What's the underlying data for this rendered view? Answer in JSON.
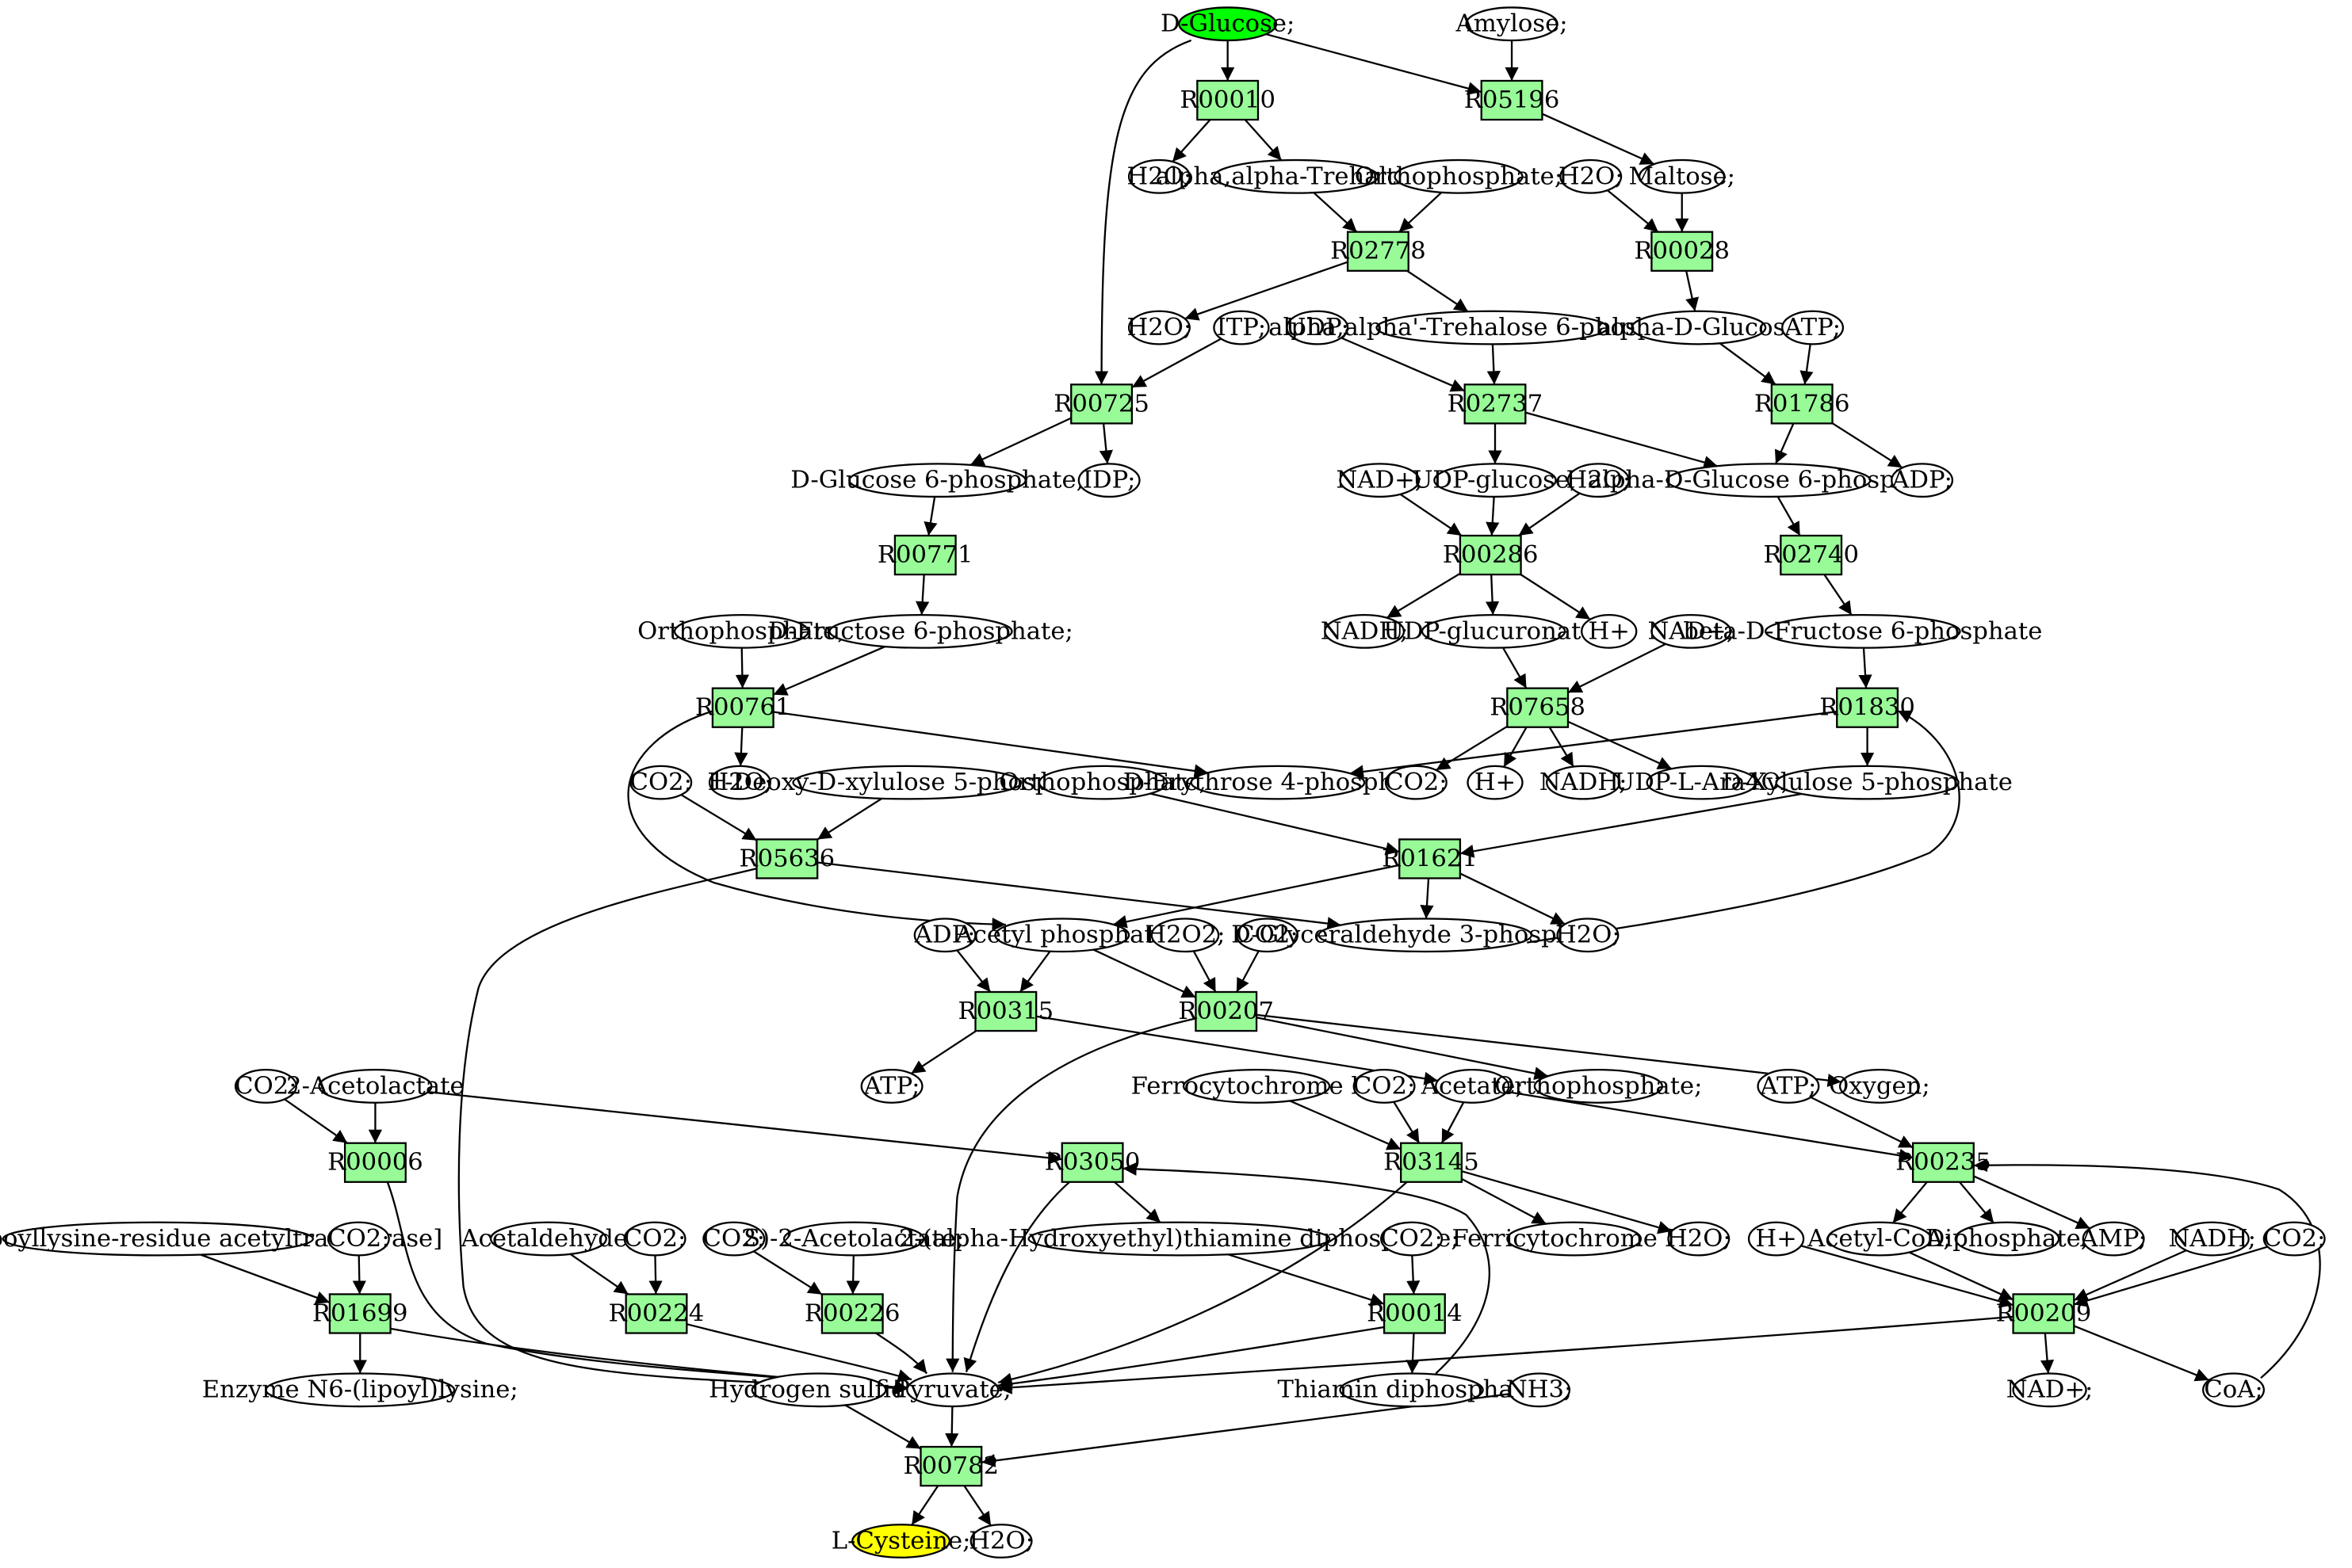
{
  "diagram": {
    "colors": {
      "reaction": "#98fb98",
      "compound": "#ffffff",
      "source": "#00ff00",
      "target": "#ffff00",
      "edge": "#000000"
    },
    "nodes": [
      {
        "id": "dglucose",
        "type": "compound",
        "role": "source",
        "label": "D-Glucose;"
      },
      {
        "id": "amylose",
        "type": "compound",
        "label": "Amylose;"
      },
      {
        "id": "R00010",
        "type": "reaction",
        "label": "R00010"
      },
      {
        "id": "R05196",
        "type": "reaction",
        "label": "R05196"
      },
      {
        "id": "h2o_1",
        "type": "compound",
        "label": "H2O;"
      },
      {
        "id": "trehalose",
        "type": "compound",
        "label": "alpha,alpha-Trehalose;"
      },
      {
        "id": "pi_1",
        "type": "compound",
        "label": "Orthophosphate;"
      },
      {
        "id": "h2o_2",
        "type": "compound",
        "label": "H2O;"
      },
      {
        "id": "maltose",
        "type": "compound",
        "label": "Maltose;"
      },
      {
        "id": "R02778",
        "type": "reaction",
        "label": "R02778"
      },
      {
        "id": "R00028",
        "type": "reaction",
        "label": "R00028"
      },
      {
        "id": "h2o_3",
        "type": "compound",
        "label": "H2O;"
      },
      {
        "id": "itp",
        "type": "compound",
        "label": "ITP;"
      },
      {
        "id": "udp",
        "type": "compound",
        "label": "UDP;"
      },
      {
        "id": "tre6p",
        "type": "compound",
        "label": "alpha,alpha'-Trehalose 6-phosphate;"
      },
      {
        "id": "adglc",
        "type": "compound",
        "label": "alpha-D-Glucose"
      },
      {
        "id": "atp_1",
        "type": "compound",
        "label": "ATP;"
      },
      {
        "id": "R00725",
        "type": "reaction",
        "label": "R00725"
      },
      {
        "id": "R02737",
        "type": "reaction",
        "label": "R02737"
      },
      {
        "id": "R01786",
        "type": "reaction",
        "label": "R01786"
      },
      {
        "id": "g6p",
        "type": "compound",
        "label": "D-Glucose 6-phosphate;"
      },
      {
        "id": "idp",
        "type": "compound",
        "label": "IDP;"
      },
      {
        "id": "nad_1",
        "type": "compound",
        "label": "NAD+;"
      },
      {
        "id": "udpglc",
        "type": "compound",
        "label": "UDP-glucose;"
      },
      {
        "id": "h2o_4",
        "type": "compound",
        "label": "H2O;"
      },
      {
        "id": "ag6p",
        "type": "compound",
        "label": "alpha-D-Glucose 6-phosphate"
      },
      {
        "id": "adp_1",
        "type": "compound",
        "label": "ADP;"
      },
      {
        "id": "R00771",
        "type": "reaction",
        "label": "R00771"
      },
      {
        "id": "R00286",
        "type": "reaction",
        "label": "R00286"
      },
      {
        "id": "R02740",
        "type": "reaction",
        "label": "R02740"
      },
      {
        "id": "pi_2",
        "type": "compound",
        "label": "Orthophosphate;"
      },
      {
        "id": "f6p",
        "type": "compound",
        "label": "D-Fructose 6-phosphate;"
      },
      {
        "id": "nadh_1",
        "type": "compound",
        "label": "NADH;"
      },
      {
        "id": "udpglca",
        "type": "compound",
        "label": "UDP-glucuronate;"
      },
      {
        "id": "hplus_1",
        "type": "compound",
        "label": "H+"
      },
      {
        "id": "nad_2",
        "type": "compound",
        "label": "NAD+;"
      },
      {
        "id": "bf6p",
        "type": "compound",
        "label": "beta-D-Fructose 6-phosphate"
      },
      {
        "id": "R00761",
        "type": "reaction",
        "label": "R00761"
      },
      {
        "id": "R07658",
        "type": "reaction",
        "label": "R07658"
      },
      {
        "id": "R01830",
        "type": "reaction",
        "label": "R01830"
      },
      {
        "id": "co2_1",
        "type": "compound",
        "label": "CO2;"
      },
      {
        "id": "h2o_5",
        "type": "compound",
        "label": "H2O;"
      },
      {
        "id": "dxp",
        "type": "compound",
        "label": "1-Deoxy-D-xylulose 5-phosphate"
      },
      {
        "id": "pi_3",
        "type": "compound",
        "label": "Orthophosphate;"
      },
      {
        "id": "e4p",
        "type": "compound",
        "label": "D-Erythrose 4-phosphate"
      },
      {
        "id": "co2_2",
        "type": "compound",
        "label": "CO2;"
      },
      {
        "id": "hplus_2",
        "type": "compound",
        "label": "H+"
      },
      {
        "id": "nadh_2",
        "type": "compound",
        "label": "NADH;"
      },
      {
        "id": "udpara",
        "type": "compound",
        "label": "UDP-L-Ara4O;"
      },
      {
        "id": "xu5p",
        "type": "compound",
        "label": "D-Xylulose 5-phosphate"
      },
      {
        "id": "R05636",
        "type": "reaction",
        "label": "R05636"
      },
      {
        "id": "R01621",
        "type": "reaction",
        "label": "R01621"
      },
      {
        "id": "adp_2",
        "type": "compound",
        "label": "ADP;"
      },
      {
        "id": "acp",
        "type": "compound",
        "label": "Acetyl phosphate"
      },
      {
        "id": "h2o2",
        "type": "compound",
        "label": "H2O2;"
      },
      {
        "id": "co2_3",
        "type": "compound",
        "label": "CO2;"
      },
      {
        "id": "gap",
        "type": "compound",
        "label": "D-Glyceraldehyde 3-phosphate;"
      },
      {
        "id": "h2o_6",
        "type": "compound",
        "label": "H2O;"
      },
      {
        "id": "R00315",
        "type": "reaction",
        "label": "R00315"
      },
      {
        "id": "R00207",
        "type": "reaction",
        "label": "R00207"
      },
      {
        "id": "co2_4",
        "type": "compound",
        "label": "CO2;"
      },
      {
        "id": "acetolactate",
        "type": "compound",
        "label": "2-Acetolactate"
      },
      {
        "id": "atp_2",
        "type": "compound",
        "label": "ATP;"
      },
      {
        "id": "fcb1",
        "type": "compound",
        "label": "Ferrocytochrome b1"
      },
      {
        "id": "co2_5",
        "type": "compound",
        "label": "CO2;"
      },
      {
        "id": "acetate",
        "type": "compound",
        "label": "Acetate;"
      },
      {
        "id": "pi_4",
        "type": "compound",
        "label": "Orthophosphate;"
      },
      {
        "id": "atp_3",
        "type": "compound",
        "label": "ATP;"
      },
      {
        "id": "oxygen",
        "type": "compound",
        "label": "Oxygen;"
      },
      {
        "id": "R00006",
        "type": "reaction",
        "label": "R00006"
      },
      {
        "id": "R03050",
        "type": "reaction",
        "label": "R03050"
      },
      {
        "id": "R03145",
        "type": "reaction",
        "label": "R03145"
      },
      {
        "id": "R00235",
        "type": "reaction",
        "label": "R00235"
      },
      {
        "id": "dlat",
        "type": "compound",
        "label": "Dihydrolipoyllysine-residue acetyltransferase]"
      },
      {
        "id": "co2_6",
        "type": "compound",
        "label": "CO2;"
      },
      {
        "id": "acald",
        "type": "compound",
        "label": "Acetaldehyde;"
      },
      {
        "id": "co2_7",
        "type": "compound",
        "label": "CO2;"
      },
      {
        "id": "co2_8",
        "type": "compound",
        "label": "CO2;"
      },
      {
        "id": "sacetolactate",
        "type": "compound",
        "label": "S)-2-Acetolactate;"
      },
      {
        "id": "hethdp",
        "type": "compound",
        "label": "2-(alpha-Hydroxyethyl)thiamine diphosphate;"
      },
      {
        "id": "co2_9",
        "type": "compound",
        "label": "CO2;"
      },
      {
        "id": "fercb1",
        "type": "compound",
        "label": "Ferricytochrome b1"
      },
      {
        "id": "h2o_7",
        "type": "compound",
        "label": "H2O;"
      },
      {
        "id": "hplus_3",
        "type": "compound",
        "label": "H+"
      },
      {
        "id": "accoa",
        "type": "compound",
        "label": "Acetyl-CoA;"
      },
      {
        "id": "ppi",
        "type": "compound",
        "label": "Diphosphate;"
      },
      {
        "id": "amp",
        "type": "compound",
        "label": "AMP;"
      },
      {
        "id": "nadh_3",
        "type": "compound",
        "label": "NADH;"
      },
      {
        "id": "co2_10",
        "type": "compound",
        "label": "CO2;"
      },
      {
        "id": "R01699",
        "type": "reaction",
        "label": "R01699"
      },
      {
        "id": "R00224",
        "type": "reaction",
        "label": "R00224"
      },
      {
        "id": "R00226",
        "type": "reaction",
        "label": "R00226"
      },
      {
        "id": "R00014",
        "type": "reaction",
        "label": "R00014"
      },
      {
        "id": "R00209",
        "type": "reaction",
        "label": "R00209"
      },
      {
        "id": "lipoyl",
        "type": "compound",
        "label": "Enzyme N6-(lipoyl)lysine;"
      },
      {
        "id": "hs",
        "type": "compound",
        "label": "Hydrogen sulfide;"
      },
      {
        "id": "pyruvate",
        "type": "compound",
        "label": "Pyruvate;"
      },
      {
        "id": "thdp",
        "type": "compound",
        "label": "Thiamin diphosphate;"
      },
      {
        "id": "nh3",
        "type": "compound",
        "label": "NH3;"
      },
      {
        "id": "nad_3",
        "type": "compound",
        "label": "NAD+;"
      },
      {
        "id": "coa",
        "type": "compound",
        "label": "CoA;"
      },
      {
        "id": "R00782",
        "type": "reaction",
        "label": "R00782"
      },
      {
        "id": "lcys",
        "type": "compound",
        "role": "target",
        "label": "L-Cysteine;"
      },
      {
        "id": "h2o_8",
        "type": "compound",
        "label": "H2O;"
      }
    ],
    "edges": [
      [
        "dglucose",
        "R00010"
      ],
      [
        "dglucose",
        "R05196"
      ],
      [
        "dglucose",
        "R00725"
      ],
      [
        "amylose",
        "R05196"
      ],
      [
        "R00010",
        "h2o_1"
      ],
      [
        "R00010",
        "trehalose"
      ],
      [
        "R05196",
        "maltose"
      ],
      [
        "trehalose",
        "R02778"
      ],
      [
        "pi_1",
        "R02778"
      ],
      [
        "h2o_2",
        "R00028"
      ],
      [
        "maltose",
        "R00028"
      ],
      [
        "R02778",
        "h2o_3"
      ],
      [
        "R02778",
        "tre6p"
      ],
      [
        "R00028",
        "adglc"
      ],
      [
        "itp",
        "R00725"
      ],
      [
        "udp",
        "R02737"
      ],
      [
        "tre6p",
        "R02737"
      ],
      [
        "adglc",
        "R01786"
      ],
      [
        "atp_1",
        "R01786"
      ],
      [
        "R00725",
        "g6p"
      ],
      [
        "R00725",
        "idp"
      ],
      [
        "R02737",
        "udpglc"
      ],
      [
        "R02737",
        "ag6p"
      ],
      [
        "R01786",
        "ag6p"
      ],
      [
        "R01786",
        "adp_1"
      ],
      [
        "g6p",
        "R00771"
      ],
      [
        "nad_1",
        "R00286"
      ],
      [
        "udpglc",
        "R00286"
      ],
      [
        "h2o_4",
        "R00286"
      ],
      [
        "ag6p",
        "R02740"
      ],
      [
        "R00771",
        "f6p"
      ],
      [
        "R00286",
        "nadh_1"
      ],
      [
        "R00286",
        "udpglca"
      ],
      [
        "R00286",
        "hplus_1"
      ],
      [
        "R02740",
        "bf6p"
      ],
      [
        "pi_2",
        "R00761"
      ],
      [
        "f6p",
        "R00761"
      ],
      [
        "udpglca",
        "R07658"
      ],
      [
        "nad_2",
        "R07658"
      ],
      [
        "bf6p",
        "R01830"
      ],
      [
        "R00761",
        "h2o_5"
      ],
      [
        "R00761",
        "e4p"
      ],
      [
        "R00761",
        "acp"
      ],
      [
        "R07658",
        "co2_2"
      ],
      [
        "R07658",
        "hplus_2"
      ],
      [
        "R07658",
        "nadh_2"
      ],
      [
        "R07658",
        "udpara"
      ],
      [
        "R01830",
        "e4p"
      ],
      [
        "R01830",
        "xu5p"
      ],
      [
        "co2_1",
        "R05636"
      ],
      [
        "dxp",
        "R05636"
      ],
      [
        "pi_3",
        "R01621"
      ],
      [
        "xu5p",
        "R01621"
      ],
      [
        "R05636",
        "gap"
      ],
      [
        "R05636",
        "pyruvate"
      ],
      [
        "R01621",
        "acp"
      ],
      [
        "R01621",
        "gap"
      ],
      [
        "R01621",
        "h2o_6"
      ],
      [
        "gap",
        "R01830"
      ],
      [
        "adp_2",
        "R00315"
      ],
      [
        "acp",
        "R00315"
      ],
      [
        "acp",
        "R00207"
      ],
      [
        "h2o2",
        "R00207"
      ],
      [
        "co2_3",
        "R00207"
      ],
      [
        "R00315",
        "atp_2"
      ],
      [
        "R00315",
        "acetate"
      ],
      [
        "R00207",
        "pi_4"
      ],
      [
        "R00207",
        "oxygen"
      ],
      [
        "R00207",
        "pyruvate"
      ],
      [
        "co2_4",
        "R00006"
      ],
      [
        "acetolactate",
        "R00006"
      ],
      [
        "acetolactate",
        "R03050"
      ],
      [
        "fcb1",
        "R03145"
      ],
      [
        "co2_5",
        "R03145"
      ],
      [
        "acetate",
        "R03145"
      ],
      [
        "acetate",
        "R00235"
      ],
      [
        "atp_3",
        "R00235"
      ],
      [
        "R00006",
        "pyruvate"
      ],
      [
        "R03050",
        "hethdp"
      ],
      [
        "R03050",
        "pyruvate"
      ],
      [
        "R03145",
        "fercb1"
      ],
      [
        "R03145",
        "h2o_7"
      ],
      [
        "R03145",
        "pyruvate"
      ],
      [
        "R00235",
        "accoa"
      ],
      [
        "R00235",
        "ppi"
      ],
      [
        "R00235",
        "amp"
      ],
      [
        "dlat",
        "R01699"
      ],
      [
        "co2_6",
        "R01699"
      ],
      [
        "acald",
        "R00224"
      ],
      [
        "co2_7",
        "R00224"
      ],
      [
        "co2_8",
        "R00226"
      ],
      [
        "sacetolactate",
        "R00226"
      ],
      [
        "hethdp",
        "R00014"
      ],
      [
        "co2_9",
        "R00014"
      ],
      [
        "hplus_3",
        "R00209"
      ],
      [
        "accoa",
        "R00209"
      ],
      [
        "nadh_3",
        "R00209"
      ],
      [
        "co2_10",
        "R00209"
      ],
      [
        "R01699",
        "lipoyl"
      ],
      [
        "R01699",
        "pyruvate"
      ],
      [
        "R00224",
        "pyruvate"
      ],
      [
        "R00226",
        "pyruvate"
      ],
      [
        "R00014",
        "pyruvate"
      ],
      [
        "R00014",
        "thdp"
      ],
      [
        "thdp",
        "R03050"
      ],
      [
        "R00209",
        "nad_3"
      ],
      [
        "R00209",
        "coa"
      ],
      [
        "R00209",
        "pyruvate"
      ],
      [
        "coa",
        "R00235"
      ],
      [
        "hs",
        "R00782"
      ],
      [
        "pyruvate",
        "R00782"
      ],
      [
        "nh3",
        "R00782"
      ],
      [
        "R00782",
        "lcys"
      ],
      [
        "R00782",
        "h2o_8"
      ]
    ]
  }
}
